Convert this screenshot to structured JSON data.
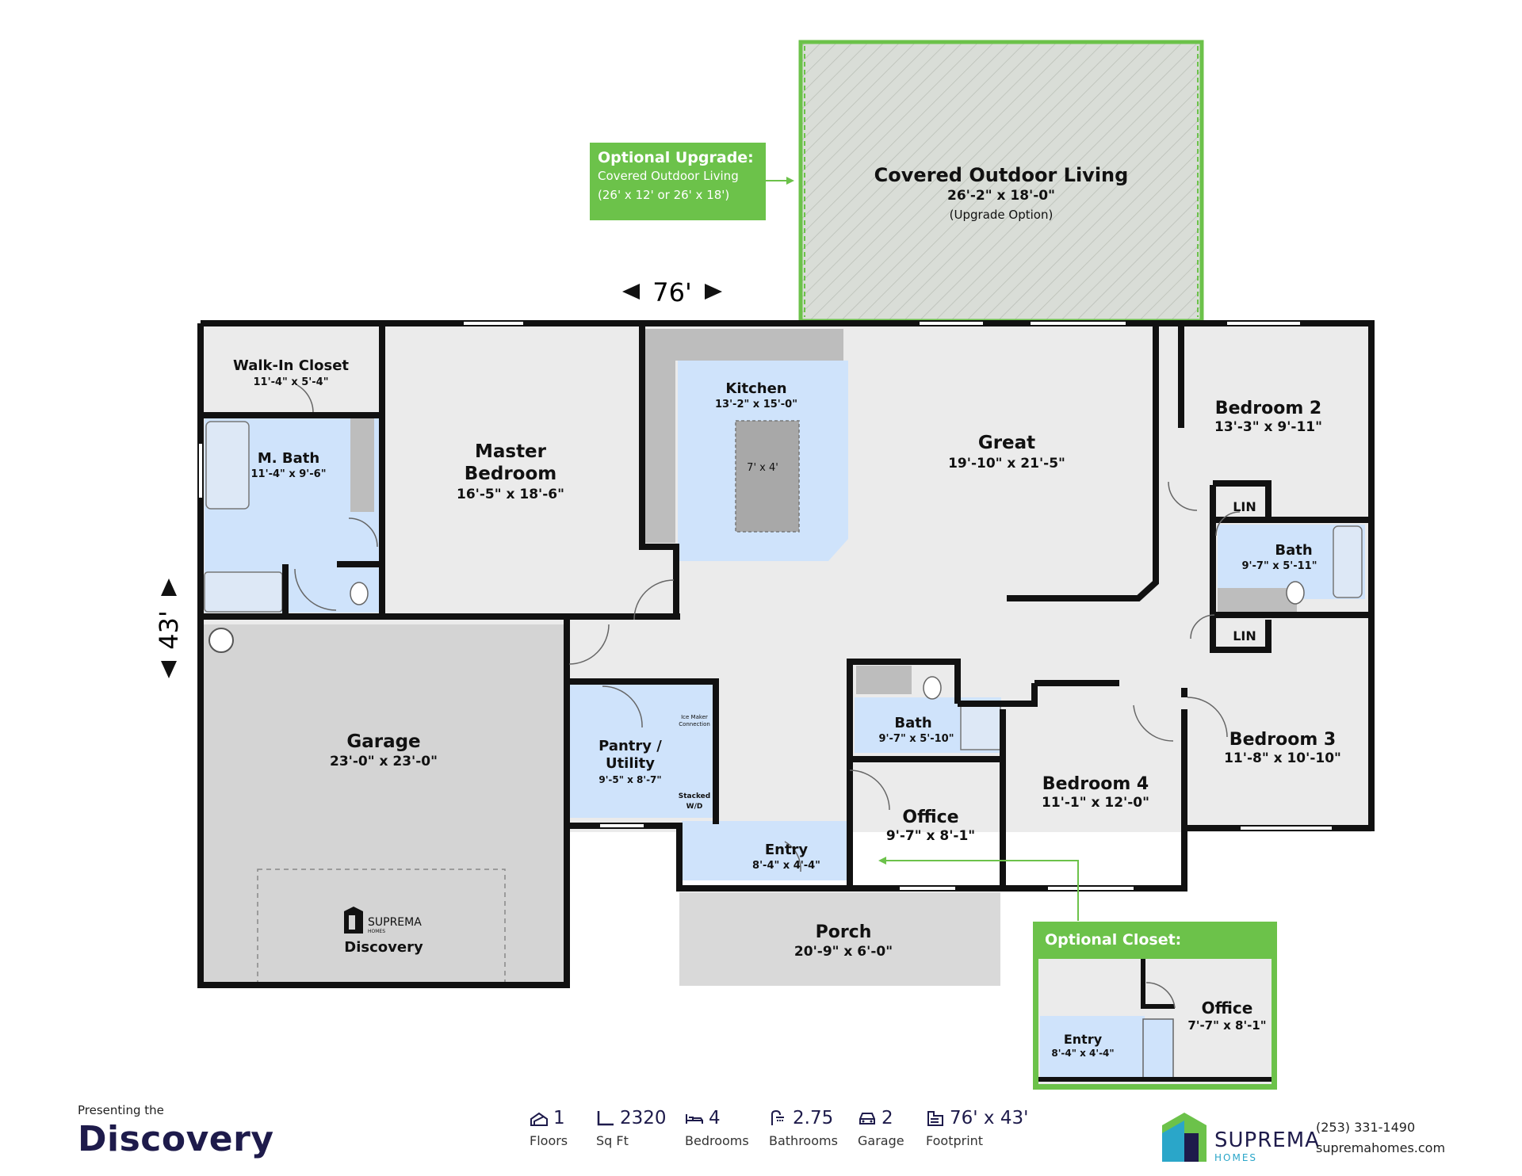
{
  "dimensions": {
    "width": "76'",
    "depth": "43'"
  },
  "callout_upgrade": {
    "title": "Optional Upgrade:",
    "line1": "Covered Outdoor Living",
    "line2": "(26' x 12' or 26' x 18')"
  },
  "callout_closet": {
    "title": "Optional Closet:"
  },
  "rooms": {
    "outdoor": {
      "name": "Covered Outdoor Living",
      "size": "26'-2\" x 18'-0\"",
      "note": "(Upgrade Option)"
    },
    "walkin": {
      "name": "Walk-In Closet",
      "size": "11'-4\" x 5'-4\""
    },
    "mbath": {
      "name": "M. Bath",
      "size": "11'-4\" x 9'-6\""
    },
    "master": {
      "name1": "Master",
      "name2": "Bedroom",
      "size": "16'-5\" x 18'-6\""
    },
    "kitchen": {
      "name": "Kitchen",
      "size": "13'-2\" x 15'-0\"",
      "island": "7' x 4'"
    },
    "great": {
      "name": "Great",
      "size": "19'-10\" x 21'-5\""
    },
    "bed2": {
      "name": "Bedroom 2",
      "size": "13'-3\" x 9'-11\""
    },
    "lin1": {
      "name": "LIN"
    },
    "bath2": {
      "name": "Bath",
      "size": "9'-7\" x 5'-11\""
    },
    "lin2": {
      "name": "LIN"
    },
    "bed3": {
      "name": "Bedroom 3",
      "size": "11'-8\" x 10'-10\""
    },
    "bed4": {
      "name": "Bedroom 4",
      "size": "11'-1\" x 12'-0\""
    },
    "bath3": {
      "name": "Bath",
      "size": "9'-7\" x 5'-10\""
    },
    "office": {
      "name": "Office",
      "size": "9'-7\" x 8'-1\""
    },
    "pantry": {
      "name1": "Pantry /",
      "name2": "Utility",
      "size": "9'-5\" x 8'-7\"",
      "icemaker1": "Ice Maker",
      "icemaker2": "Connection",
      "stacked1": "Stacked",
      "stacked2": "W/D"
    },
    "entry": {
      "name": "Entry",
      "size": "8'-4\" x 4'-4\""
    },
    "garage": {
      "name": "Garage",
      "size": "23'-0\" x 23'-0\"",
      "logo": "SUPREMA",
      "logo_sub": "HOMES",
      "plan_name": "Discovery"
    },
    "porch": {
      "name": "Porch",
      "size": "20'-9\" x 6'-0\""
    },
    "alt_office": {
      "name": "Office",
      "size": "7'-7\" x 8'-1\""
    },
    "alt_entry": {
      "name": "Entry",
      "size": "8'-4\" x 4'-4\""
    }
  },
  "footer": {
    "presenting": "Presenting the",
    "plan_name": "Discovery",
    "stats": [
      {
        "icon": "floors-icon",
        "value": "1",
        "label": "Floors"
      },
      {
        "icon": "sqft-icon",
        "value": "2320",
        "label": "Sq Ft"
      },
      {
        "icon": "bed-icon",
        "value": "4",
        "label": "Bedrooms"
      },
      {
        "icon": "shower-icon",
        "value": "2.75",
        "label": "Bathrooms"
      },
      {
        "icon": "car-icon",
        "value": "2",
        "label": "Garage"
      },
      {
        "icon": "footprint-icon",
        "value": "76' x 43'",
        "label": "Footprint"
      }
    ],
    "brand": "SUPREMA",
    "brand_sub": "HOMES",
    "phone": "(253) 331-1490",
    "website": "supremahomes.com"
  },
  "colors": {
    "accent_green": "#6cc24a",
    "room_blue": "#cfe3fb",
    "room_gray": "#ebebeb",
    "garage_gray": "#d4d4d4",
    "brand_navy": "#1e1b4b",
    "brand_teal": "#2aa6c9"
  }
}
